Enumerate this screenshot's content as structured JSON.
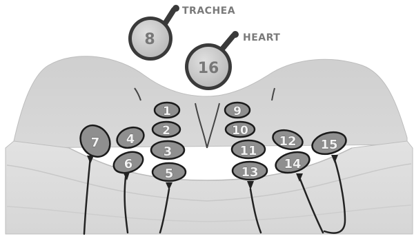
{
  "labels": {
    "trachea": "TRACHEA",
    "heart": "HEART"
  },
  "sensors": {
    "trachea": "8",
    "heart": "16",
    "s1": "1",
    "s2": "2",
    "s3": "3",
    "s4": "4",
    "s5": "5",
    "s6": "6",
    "s7": "7",
    "s9": "9",
    "s10": "10",
    "s11": "11",
    "s12": "12",
    "s13": "13",
    "s14": "14",
    "s15": "15"
  },
  "colors": {
    "mattress_top": "#d3d3d3",
    "mattress_front": "#dcdcdc",
    "sensor_fill": "#8f8f8f",
    "sensor_stroke": "#1a1a1a",
    "cable": "#222222"
  }
}
